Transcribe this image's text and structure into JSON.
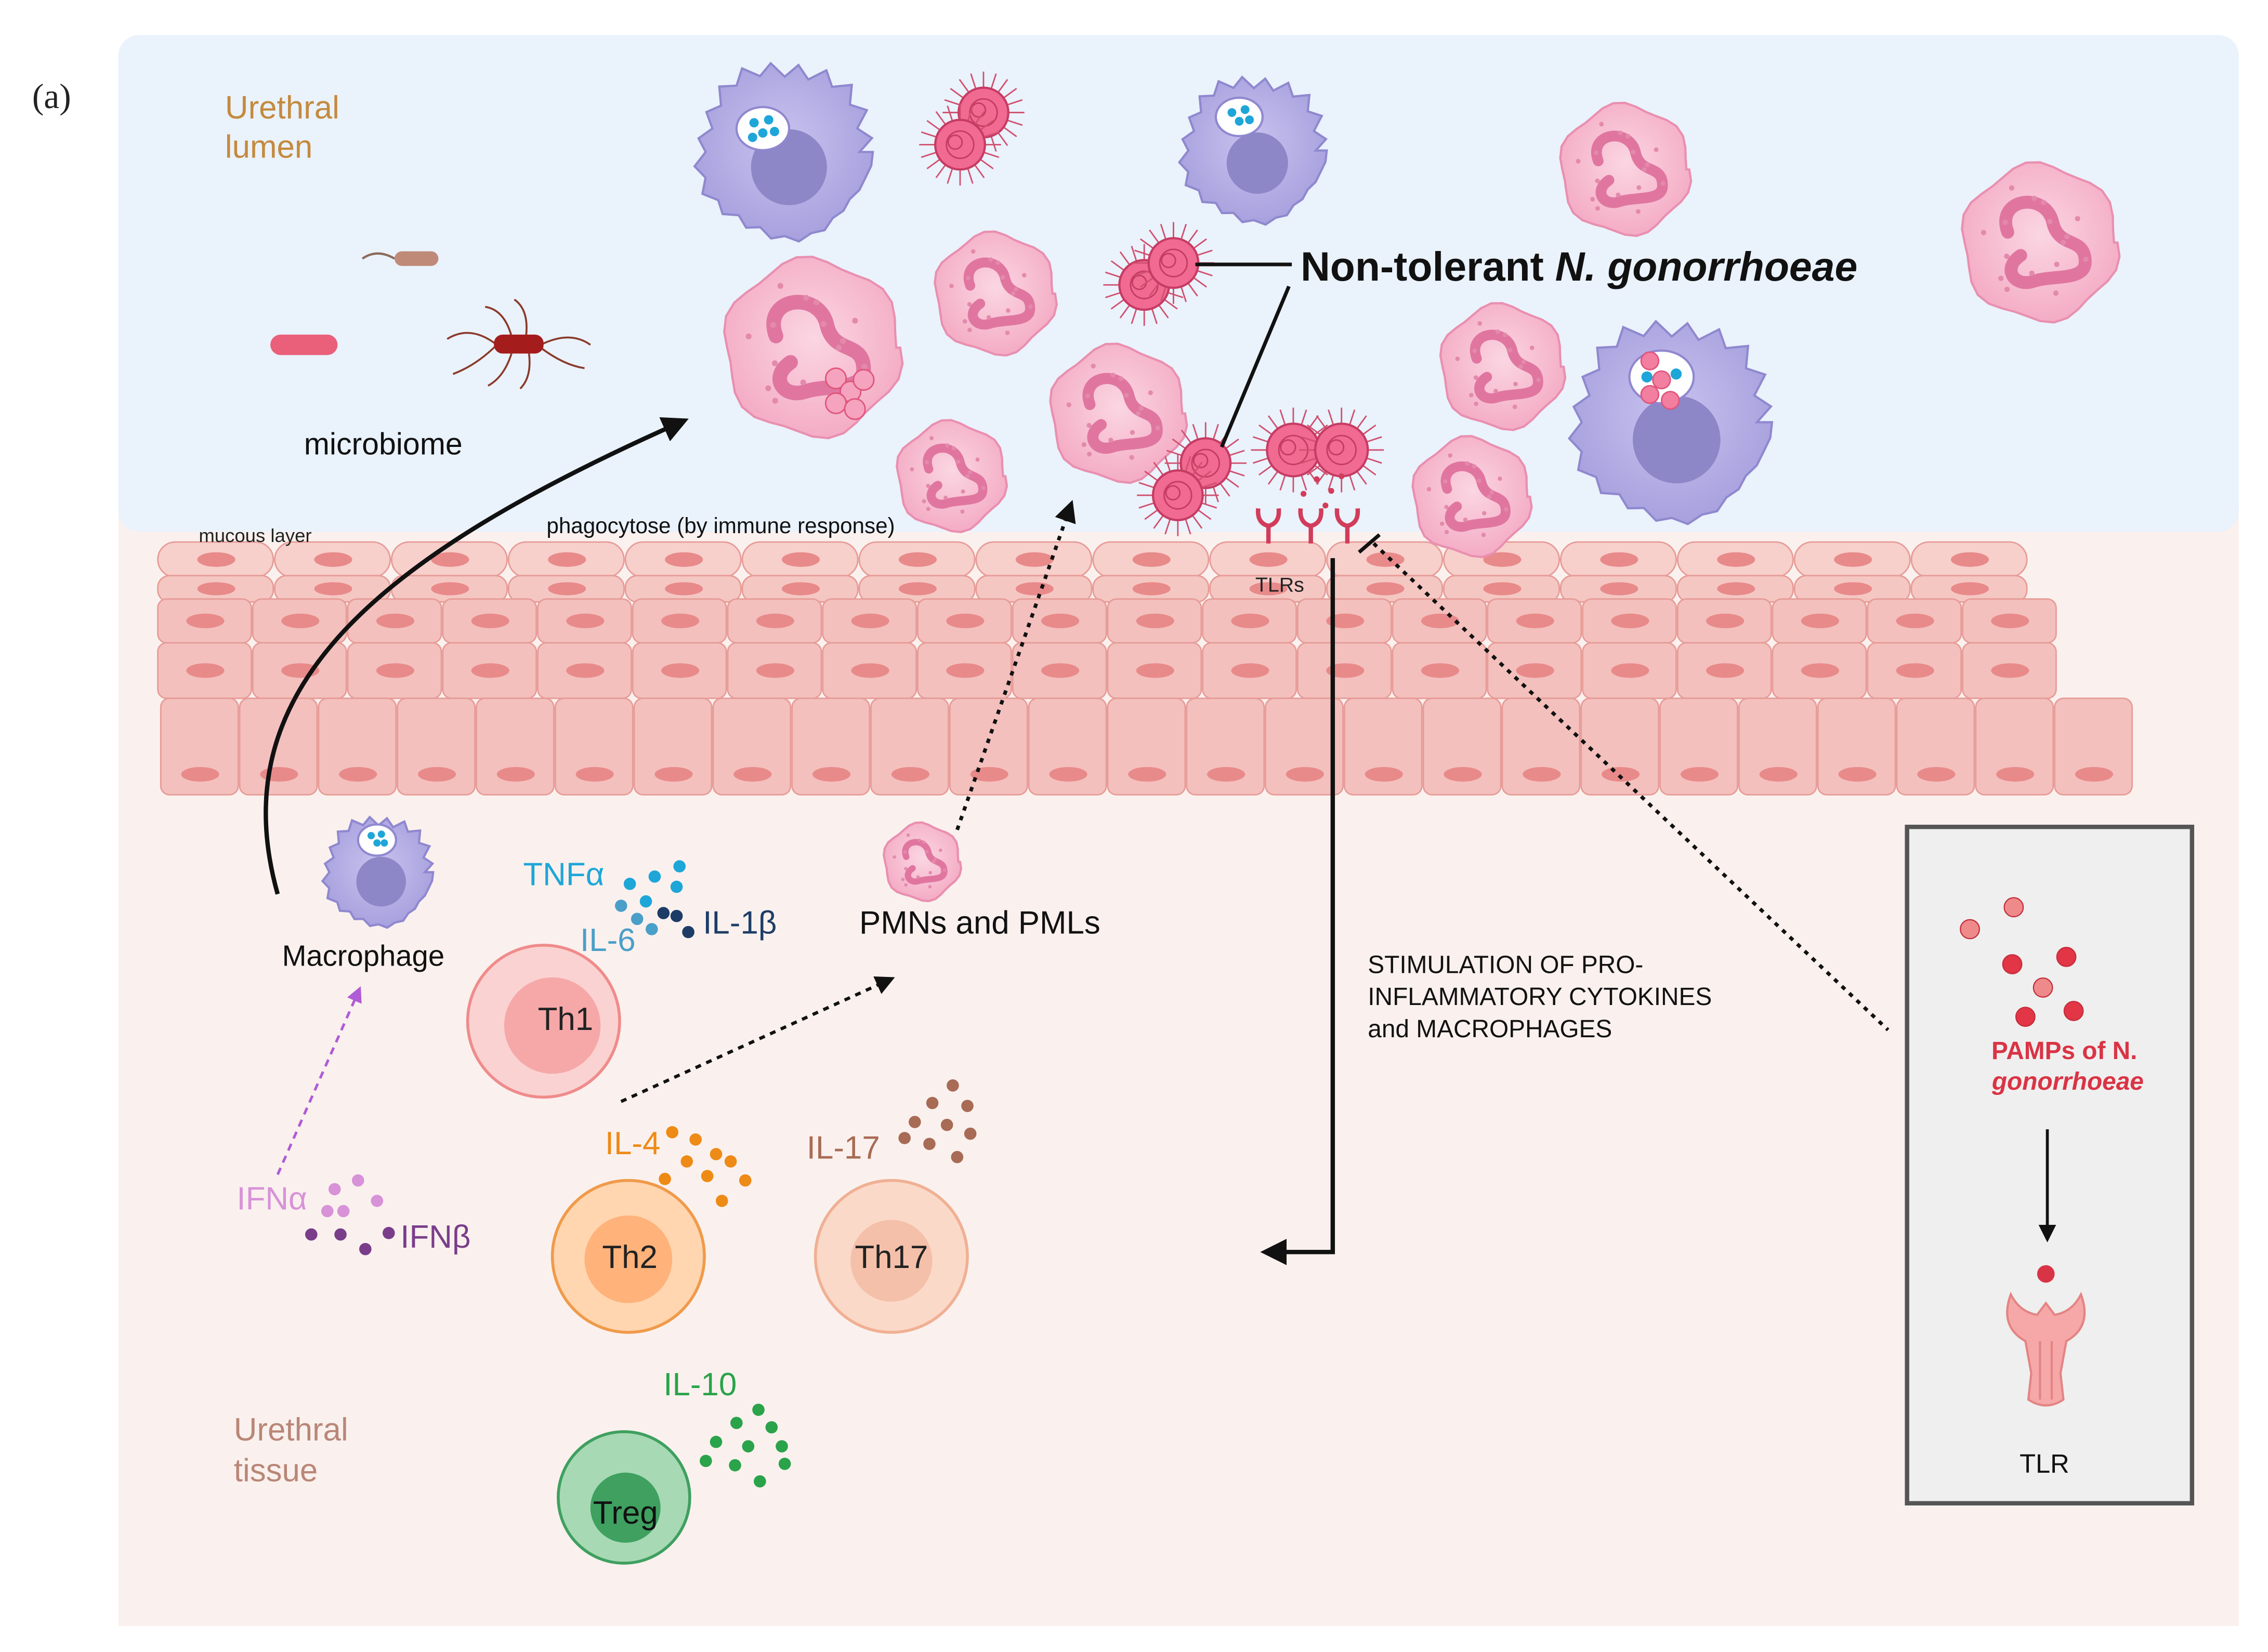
{
  "panel_label": "(a)",
  "regions": {
    "lumen": [
      "Urethral",
      "lumen"
    ],
    "tissue": [
      "Urethral",
      "tissue"
    ],
    "mucous_layer": "mucous layer"
  },
  "labels": {
    "microbiome": "microbiome",
    "phagocytose": "phagocytose (by immune response)",
    "non_tolerant_prefix": "Non-tolerant ",
    "non_tolerant_species": "N. gonorrhoeae",
    "tlrs": "TLRs",
    "macrophage": "Macrophage",
    "pmns": "PMNs and PMLs",
    "stimulation": [
      "STIMULATION OF PRO-",
      "INFLAMMATORY CYTOKINES",
      "and MACROPHAGES"
    ]
  },
  "cytokines": {
    "tnfa": "TNFα",
    "il6": "IL-6",
    "il1b": "IL-1β",
    "il4": "IL-4",
    "il17": "IL-17",
    "ifna": "IFNα",
    "ifnb": "IFNβ",
    "il10": "IL-10"
  },
  "cells": {
    "th1": "Th1",
    "th2": "Th2",
    "th17": "Th17",
    "treg": "Treg"
  },
  "inset": {
    "pamps_line1": "PAMPs of N.",
    "pamps_line2": "gonorrhoeae",
    "tlr": "TLR"
  },
  "colors": {
    "lumen_bg": "#eaf2fb",
    "tissue_bg": "#faf1ee",
    "epithelium": "#f5c9c6",
    "neutrophil": "#f7bed0",
    "macrophage": "#b8b2e6",
    "bacteria": "#e8557c",
    "tnfa": "#1ea6d8",
    "il6": "#4a9fc9",
    "il1b": "#1d3d66",
    "il4": "#ee8a16",
    "il17": "#a86b55",
    "ifna": "#d892d8",
    "ifnb": "#7a3d8a",
    "il10": "#2aa34a",
    "pamps": "#d93445"
  }
}
